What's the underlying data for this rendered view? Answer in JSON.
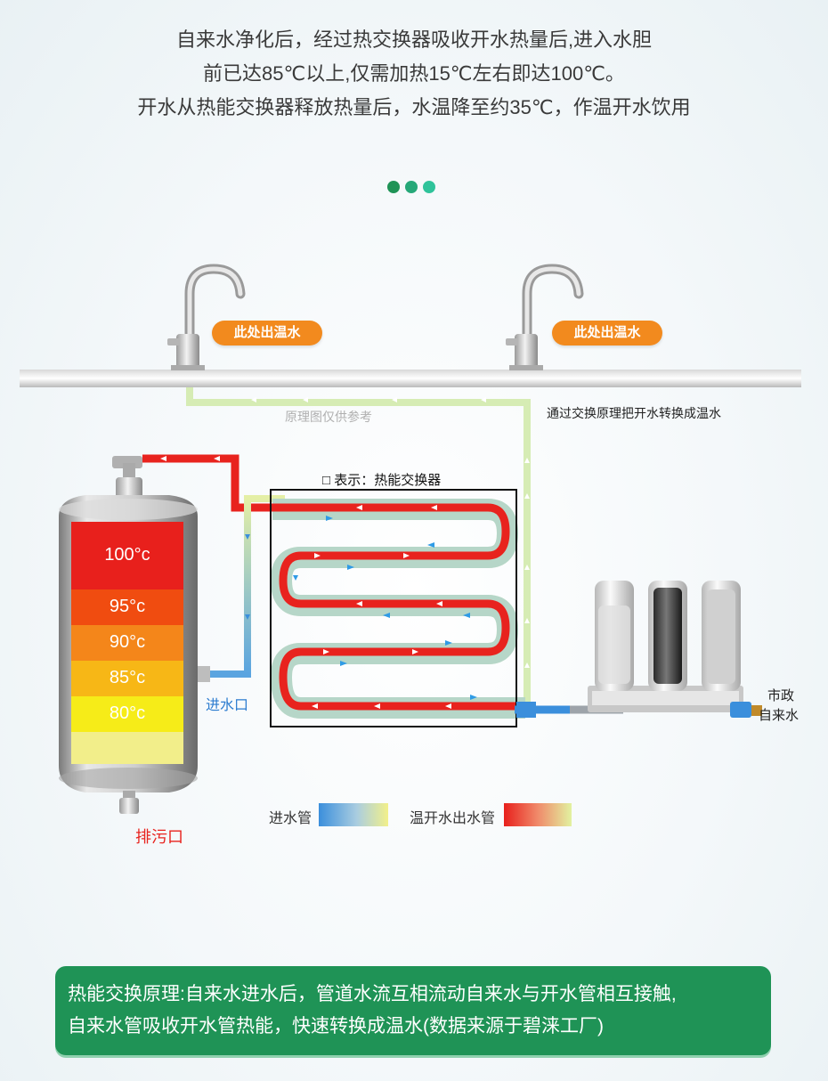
{
  "intro": {
    "line1": "自来水净化后，经过热交换器吸收开水热量后,进入水胆",
    "line2": "前已达85℃以上,仅需加热15℃左右即达100℃。",
    "line3": "开水从热能交换器释放热量后，水温降至约35℃，作温开水饮用"
  },
  "colors": {
    "accent_green": "#1f9356",
    "orange": "#f28a1e",
    "hot_red": "#e8231e",
    "cold_blue": "#4a9ad8",
    "warm_yellow": "#e6ef9a"
  },
  "diagram": {
    "faucet_label_left": "此处出温水",
    "faucet_label_right": "此处出温水",
    "reference_note": "原理图仅供参考",
    "conversion_note": "通过交换原理把开水转换成温水",
    "exchanger_legend": "□ 表示：热能交换器",
    "inlet_label": "进水口",
    "drain_label": "排污口",
    "city_water_label_1": "市政",
    "city_water_label_2": "自来水",
    "tank_temps": [
      "100°c",
      "95°c",
      "90°c",
      "85°c",
      "80°c"
    ],
    "legend_inlet": "进水管",
    "legend_outlet": "温开水出水管"
  },
  "footer": {
    "line1": "热能交换原理:自来水进水后，管道水流互相流动自来水与开水管相互接触,",
    "line2": "自来水管吸收开水管热能，快速转换成温水(数据来源于碧涞工厂)"
  }
}
